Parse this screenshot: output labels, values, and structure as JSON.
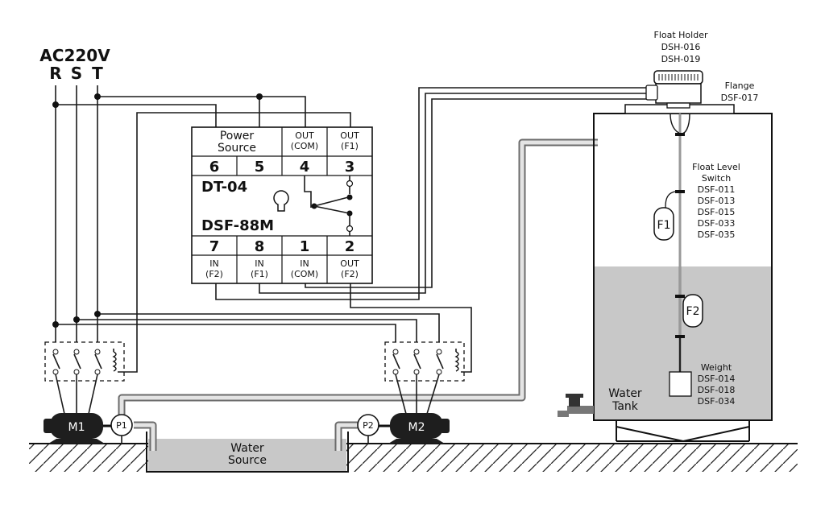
{
  "supply": {
    "voltage": "AC220V",
    "phases": [
      "R",
      "S",
      "T"
    ]
  },
  "controller": {
    "model": "DT-04",
    "part_number": "DSF-88M",
    "top_headers": {
      "power_source": "Power\nSource",
      "out_com": "OUT\n(COM)",
      "out_f1": "OUT\n(F1)"
    },
    "top_terminals": [
      "6",
      "5",
      "4",
      "3"
    ],
    "bottom_terminals": [
      "7",
      "8",
      "1",
      "2"
    ],
    "bottom_headers": [
      "IN\n(F2)",
      "IN\n(F1)",
      "IN\n(COM)",
      "OUT\n(F2)"
    ]
  },
  "float_holder": {
    "title": "Float Holder",
    "models": [
      "DSH-016",
      "DSH-019"
    ]
  },
  "flange": {
    "title": "Flange",
    "model": "DSF-017"
  },
  "float_switch": {
    "title": "Float Level\nSwitch",
    "models": [
      "DSF-011",
      "DSF-013",
      "DSF-015",
      "DSF-033",
      "DSF-035"
    ]
  },
  "floats": [
    "F1",
    "F2"
  ],
  "weight": {
    "title": "Weight",
    "models": [
      "DSF-014",
      "DSF-018",
      "DSF-034"
    ]
  },
  "tank": {
    "label": "Water\nTank"
  },
  "source": {
    "label": "Water\nSource"
  },
  "motors": [
    "M1",
    "M2"
  ],
  "pumps": [
    "P1",
    "P2"
  ],
  "colors": {
    "water": "#c8c8c8",
    "pipe": "#6b6b6b",
    "ink": "#111111",
    "motor": "#1e1e1e"
  }
}
